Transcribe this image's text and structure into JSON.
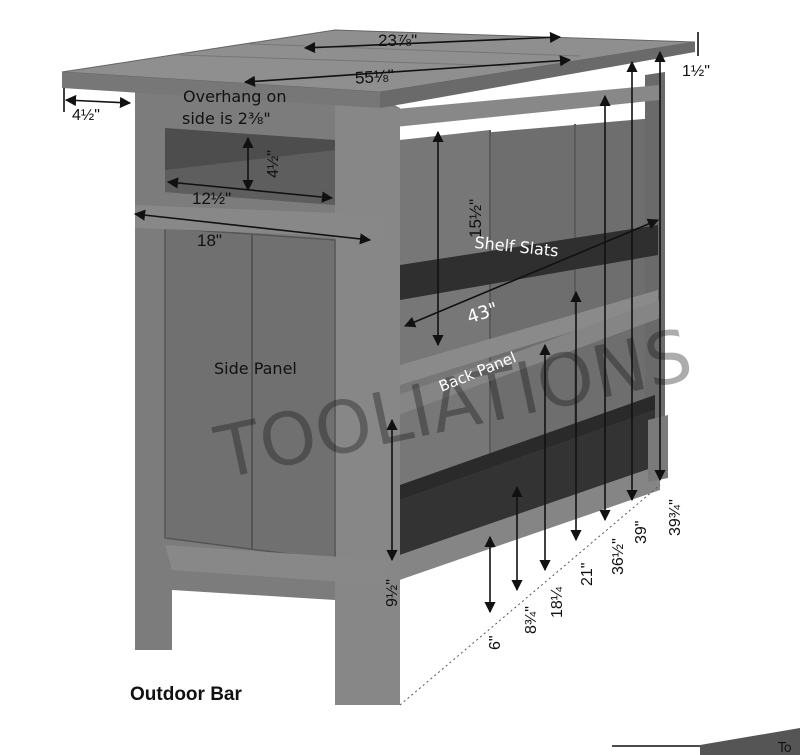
{
  "title": "Outdoor Bar",
  "watermark": "TOOLIATIONS",
  "labels": {
    "side_panel": "Side Panel",
    "shelf_slats": "Shelf Slats",
    "back_panel": "Back Panel",
    "overhang_line1": "Overhang on",
    "overhang_line2": "side is 2⅜\""
  },
  "dimensions": {
    "top_depth": "23⅞\"",
    "top_length": "55⅛\"",
    "top_thickness": "1½\"",
    "front_overhang": "4½\"",
    "opening_height": "4½\"",
    "opening_width": "12½\"",
    "side_width": "18\"",
    "upper_shelf_gap": "15½\"",
    "shelf_length": "43\"",
    "lower_shelf_height": "9½\"",
    "h_6": "6\"",
    "h_8_75": "8¾\"",
    "h_18_25": "18¼",
    "h_21": "21\"",
    "h_36_5": "36½\"",
    "h_39": "39\"",
    "h_39_75": "39¾\""
  },
  "colors": {
    "frame": "#7e7e7e",
    "frame_dark": "#5c5c5c",
    "top": "#8a8a8a",
    "interior": "#4a4a4a",
    "shelf": "#3a3a3a",
    "back": "#707070",
    "line": "#222222"
  },
  "corner_text": "To"
}
